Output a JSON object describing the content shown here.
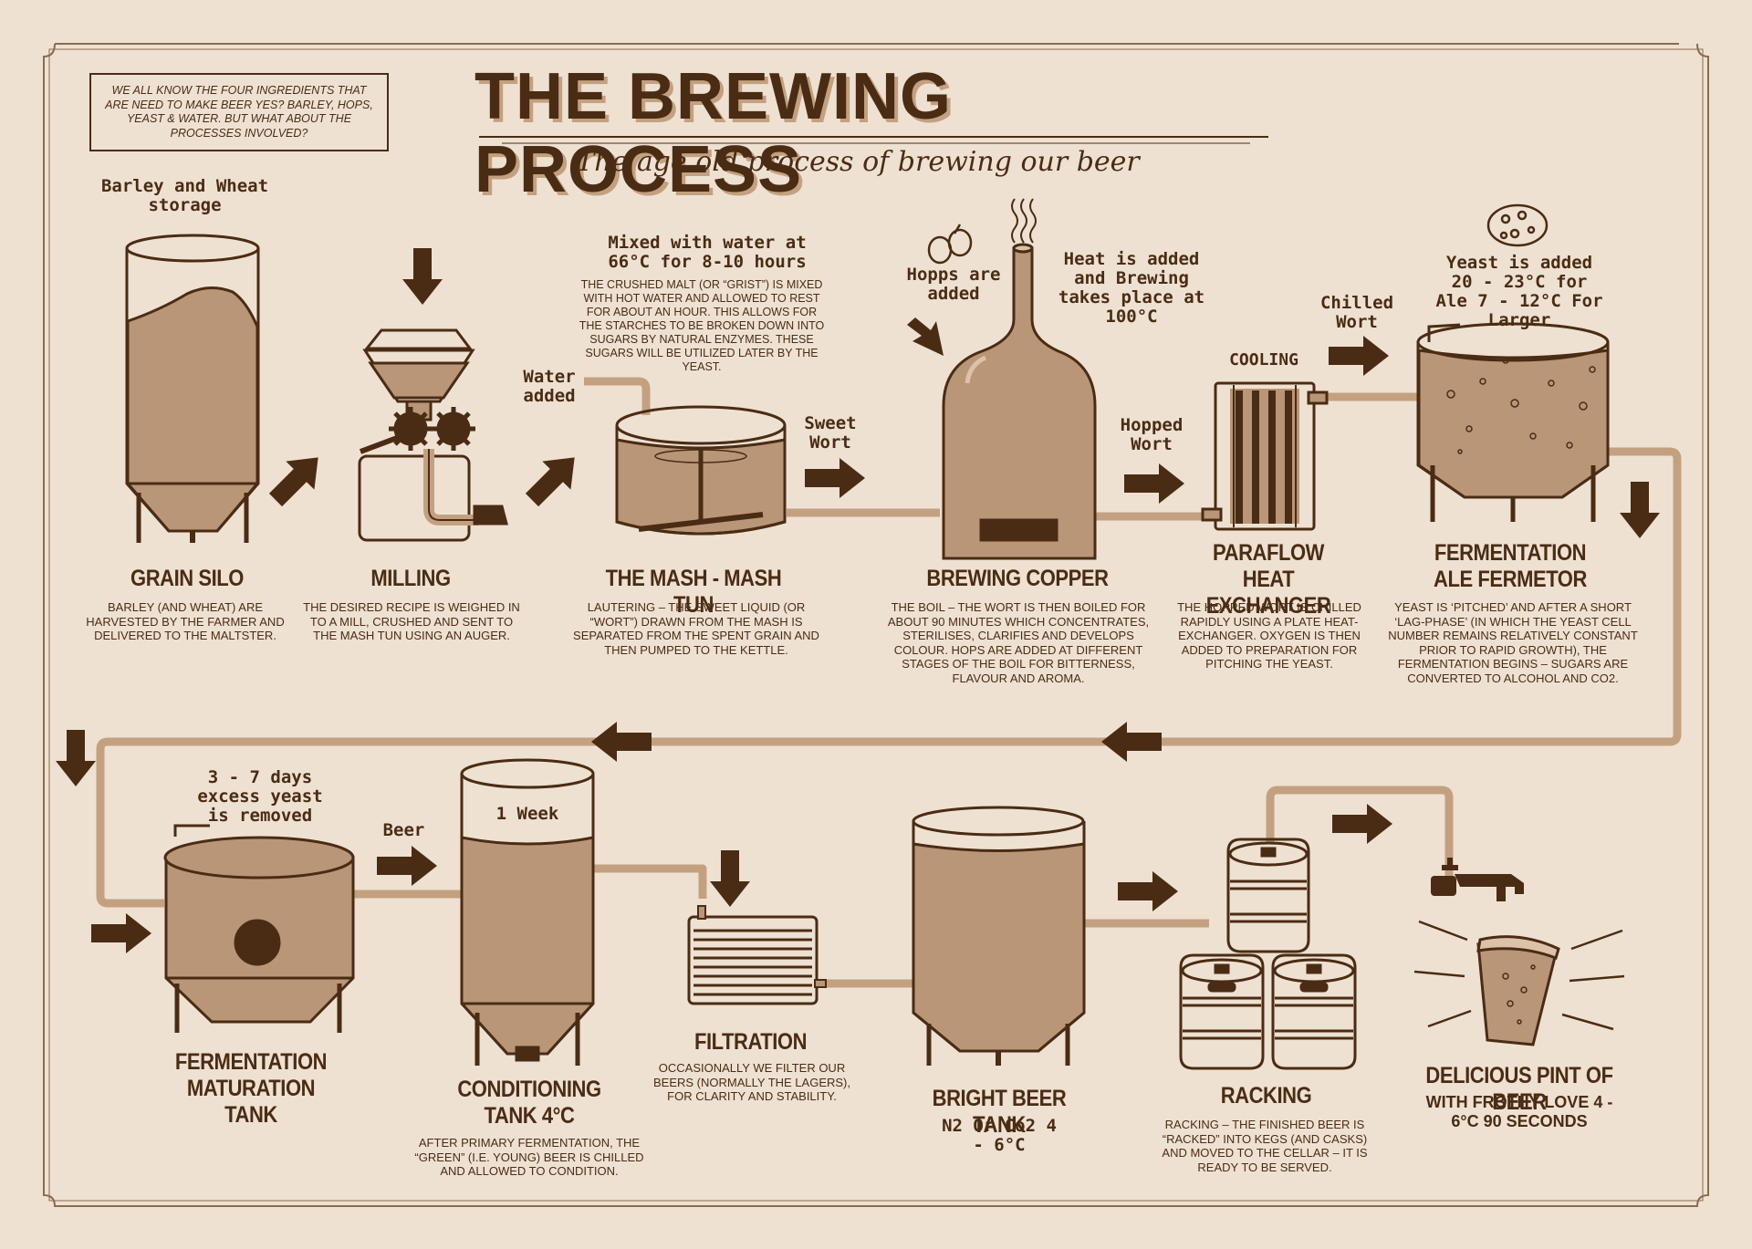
{
  "title": "THE BREWING PROCESS",
  "subtitle": "The age old process of brewing our beer",
  "intro": "We all know the four ingredients that are need to make beer yes? Barley, hops, yeast & water. But what about the processes involved?",
  "stages": {
    "grain_silo": {
      "caption": "Barley and Wheat storage",
      "heading": "GRAIN SILO",
      "description": "Barley (and wheat) are harvested by the farmer and delivered to the maltster."
    },
    "milling": {
      "heading": "MILLING",
      "description": "The desired recipe is weighed in to a mill, crushed and sent to the mash tun using an auger."
    },
    "mash_tun": {
      "caption": "Mixed with water at 66°C for 8-10 hours",
      "note": "The crushed malt (or “grist”) is mixed with hot water and allowed to rest for about an hour. This allows for the starches to be broken down into sugars by natural enzymes. These sugars will be utilized later by the yeast.",
      "water_label": "Water added",
      "heading": "THE MASH - MASH TUN",
      "description": "Lautering – the sweet liquid (or “wort”) drawn from the mash is separated from the spent grain and then pumped to the kettle."
    },
    "sweet_wort_label": "Sweet Wort",
    "brewing_copper": {
      "hops_label": "Hopps are added",
      "heat_label": "Heat is added and Brewing takes place at 100°C",
      "heading": "BREWING COPPER",
      "description": "The boil – the wort is then boiled for about 90 minutes which concentrates, sterilises, clarifies and develops colour. Hops are added at different stages of the boil for bitterness, flavour and aroma."
    },
    "hopped_wort_label": "Hopped Wort",
    "heat_exchanger": {
      "cooling_label": "COOLING",
      "heading": "PARAFLOW HEAT EXCHANGER",
      "description": "The hopped wort is chilled rapidly using a plate heat-exchanger. Oxygen is then added to preparation for pitching the yeast."
    },
    "chilled_wort_label": "Chilled Wort",
    "ale_fermentor": {
      "caption": "Yeast is added 20 - 23°C for Ale 7 - 12°C For Larger",
      "heading": "FERMENTATION ALE FERMETOR",
      "description": "Yeast is ‘pitched’ and after a short ‘lag-phase’ (in which the yeast cell number remains relatively constant prior to rapid growth), the fermentation begins – sugars are converted to alcohol and CO2."
    },
    "maturation_tank": {
      "caption": "3 - 7 days excess yeast is removed",
      "heading": "FERMENTATION MATURATION TANK"
    },
    "beer_label": "Beer",
    "conditioning_tank": {
      "tank_label": "1 Week",
      "heading": "CONDITIONING TANK 4°C",
      "description": "After primary fermentation, the “green” (i.e. young) beer is chilled and allowed to condition."
    },
    "filtration": {
      "heading": "FILTRATION",
      "description": "Occasionally we filter our beers (normally the lagers), for clarity and stability."
    },
    "bright_beer_tank": {
      "heading": "BRIGHT BEER TANK",
      "sub": "N2 Or Co2 4 - 6°C"
    },
    "racking": {
      "heading": "RACKING",
      "description": "Racking – the finished beer is “racked” into kegs (and casks) and moved to the cellar – it is ready to be served."
    },
    "pint": {
      "heading": "DELICIOUS PINT OF BEER",
      "sub": "WITH FROTHY LOVE 4 - 6°C 90 SECONDS"
    }
  },
  "colors": {
    "background": "#efe1d2",
    "ink": "#4a2c14",
    "fill": "#b99678",
    "pipe": "#c3a180",
    "pale": "#dcc2a6"
  },
  "icons": [
    "arrow-icon",
    "hops-icon",
    "steam-icon",
    "yeast-icon",
    "tap-icon",
    "keg-icon",
    "pint-glass-icon",
    "gear-icon"
  ]
}
